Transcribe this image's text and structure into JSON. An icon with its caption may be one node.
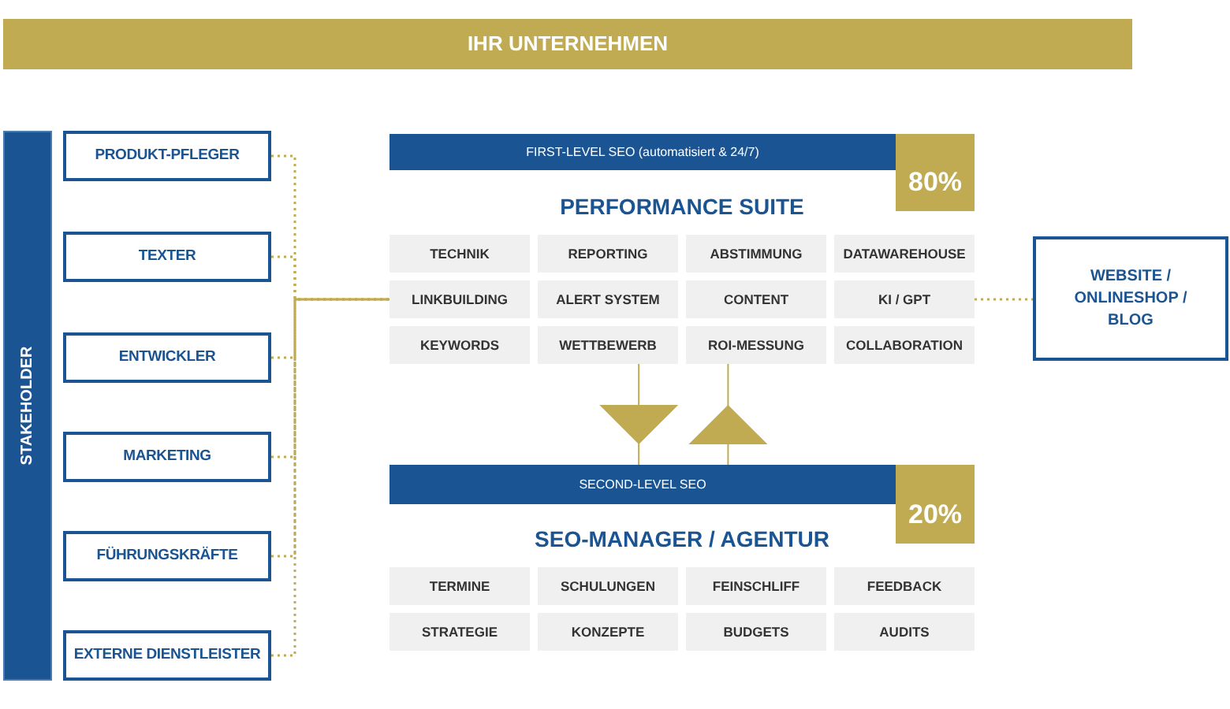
{
  "diagram": {
    "nodes": [
      {
        "text": [
          "IHR UNTERNEHMEN"
        ]
      },
      {
        "text": [
          "STAKEHOLDER"
        ]
      },
      {
        "text": [
          "PRODUKT-PFLEGER"
        ]
      },
      {
        "text": [
          "TEXTER"
        ]
      },
      {
        "text": [
          "ENTWICKLER"
        ]
      },
      {
        "text": [
          "MARKETING"
        ]
      },
      {
        "text": [
          "FÜHRUNGSKRÄFTE"
        ]
      },
      {
        "text": [
          "EXTERNE DIENSTLEISTER"
        ]
      },
      {
        "text": [
          "FIRST-LEVEL SEO (automatisiert & 24/7)"
        ]
      },
      {
        "text": [
          "80%"
        ]
      },
      {
        "text": [
          "TECHNIK"
        ]
      },
      {
        "text": [
          "REPORTING"
        ]
      },
      {
        "text": [
          "ABSTIMMUNG"
        ]
      },
      {
        "text": [
          "DATAWAREHOUSE"
        ]
      },
      {
        "text": [
          "LINKBUILDING"
        ]
      },
      {
        "text": [
          "ALERT SYSTEM"
        ]
      },
      {
        "text": [
          "CONTENT"
        ]
      },
      {
        "text": [
          "KI / GPT"
        ]
      },
      {
        "text": [
          "KEYWORDS"
        ]
      },
      {
        "text": [
          "WETTBEWERB"
        ]
      },
      {
        "text": [
          "ROI-MESSUNG"
        ]
      },
      {
        "text": [
          "COLLABORATION"
        ]
      },
      {
        "text": [
          "WEBSITE / ONLINESHOP / BLOG"
        ]
      },
      {
        "text": [
          "SECOND-LEVEL SEO"
        ]
      },
      {
        "text": [
          "20%"
        ]
      },
      {
        "text": [
          "TERMINE"
        ]
      },
      {
        "text": [
          "SCHULUNGEN"
        ]
      },
      {
        "text": [
          "FEINSCHLIFF"
        ]
      },
      {
        "text": [
          "FEEDBACK"
        ]
      },
      {
        "text": [
          "STRATEGIE"
        ]
      },
      {
        "text": [
          "KONZEPTE"
        ]
      },
      {
        "text": [
          "BUDGETS"
        ]
      },
      {
        "text": [
          "AUDITS"
        ]
      }
    ],
    "edges": [
      {
        "from": 2,
        "to": 14,
        "arrow": "none",
        "style": "dashed"
      },
      {
        "from": 3,
        "to": 14,
        "arrow": "none",
        "style": "dashed"
      },
      {
        "from": 4,
        "to": 14,
        "arrow": "none",
        "style": "dashed"
      },
      {
        "from": 5,
        "to": 14,
        "arrow": "none",
        "style": "dashed"
      },
      {
        "from": 6,
        "to": 14,
        "arrow": "none",
        "style": "dashed"
      },
      {
        "from": 7,
        "to": 14,
        "arrow": "none",
        "style": "dashed"
      },
      {
        "from": 17,
        "to": 22,
        "arrow": "none",
        "style": "dashed"
      },
      {
        "from": 19,
        "to": 23,
        "arrow": "to"
      },
      {
        "from": 23,
        "to": 20,
        "arrow": "to"
      }
    ],
    "labels": [
      "PERFORMANCE SUITE",
      "SEO-MANAGER / AGENTUR"
    ]
  }
}
